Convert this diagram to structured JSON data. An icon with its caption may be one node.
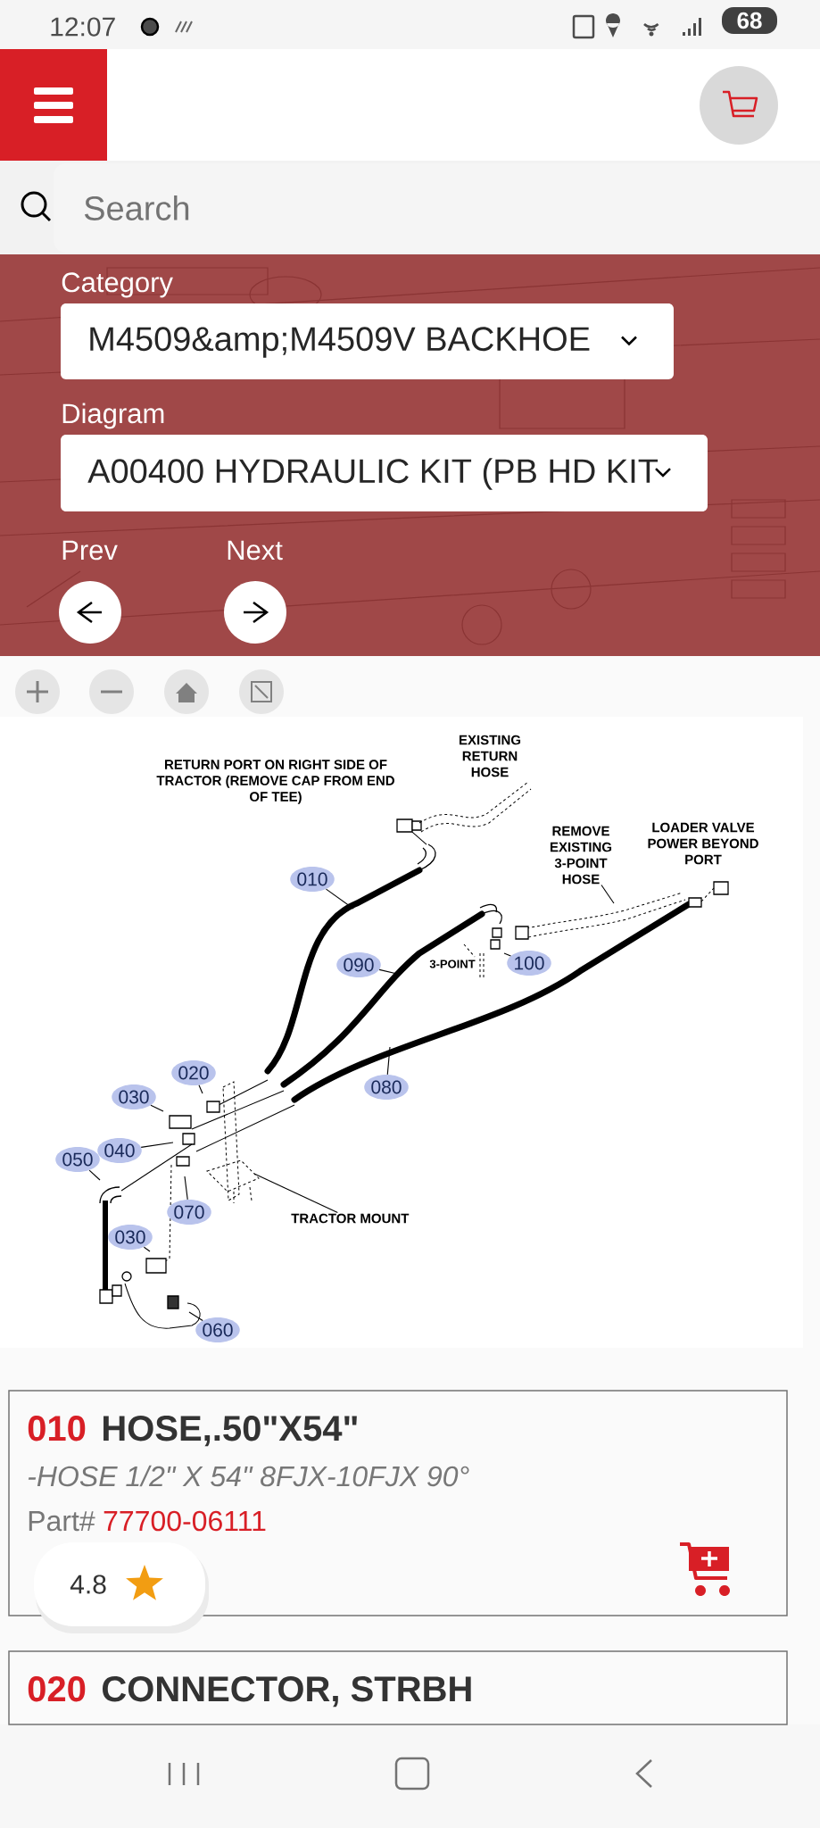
{
  "diagram": {
    "nodes": [
      {
        "text": [
          "68"
        ]
      },
      {
        "text": [
          "Search"
        ]
      },
      {
        "text": [
          "Category",
          "M4509&amp;M4509V BACKHOE"
        ]
      },
      {
        "text": [
          "Diagram",
          "A00400 HYDRAULIC KIT (PB HD KIT"
        ]
      },
      {
        "text": [
          "Prev"
        ]
      },
      {
        "text": [
          "Next"
        ]
      },
      {
        "text": [
          "REMOVE EXISTING 3-POINT HOSE"
        ]
      },
      {
        "text": [
          "010"
        ]
      },
      {
        "text": [
          "100"
        ]
      },
      {
        "text": [
          "090"
        ]
      },
      {
        "text": [
          "020"
        ]
      },
      {
        "text": [
          "080"
        ]
      },
      {
        "text": [
          "030"
        ]
      },
      {
        "text": [
          "040"
        ]
      },
      {
        "text": [
          "050"
        ]
      },
      {
        "text": [
          "070"
        ]
      },
      {
        "text": [
          "TRACTOR MOUNT"
        ]
      },
      {
        "text": [
          "030"
        ]
      },
      {
        "text": [
          "060"
        ]
      },
      {
        "text": [
          "010",
          "HOSE,.50\"X54\"",
          "-HOSE 1/2\" X 54\" 8FJX-10FJX 90°",
          "Part#",
          "77700-06111"
        ]
      },
      {
        "text": [
          "4.8"
        ]
      },
      {
        "text": [
          "020",
          "CONNECTOR, STRBH"
        ]
      }
    ],
    "edges": [
      {
        "from": 6,
        "to": null,
        "arrow": "none"
      },
      {
        "from": 7,
        "to": null,
        "arrow": "none"
      },
      {
        "from": 8,
        "to": null,
        "arrow": "none"
      },
      {
        "from": 9,
        "to": null,
        "arrow": "none"
      },
      {
        "from": 10,
        "to": null,
        "arrow": "none"
      },
      {
        "from": 11,
        "to": null,
        "arrow": "none"
      },
      {
        "from": 12,
        "to": null,
        "arrow": "none"
      },
      {
        "from": 13,
        "to": null,
        "arrow": "none"
      },
      {
        "from": 14,
        "to": null,
        "arrow": "none"
      },
      {
        "from": 15,
        "to": null,
        "arrow": "none"
      },
      {
        "from": 16,
        "to": null,
        "arrow": "none"
      },
      {
        "from": 17,
        "to": null,
        "arrow": "none"
      },
      {
        "from": 18,
        "to": null,
        "arrow": "none"
      }
    ],
    "labels": [
      "12:07",
      "EXISTING RETURN HOSE",
      "RETURN PORT ON RIGHT SIDE OF TRACTOR (REMOVE CAP FROM END OF TEE)",
      "LOADER VALVE POWER BEYOND PORT",
      "3-POINT"
    ]
  }
}
